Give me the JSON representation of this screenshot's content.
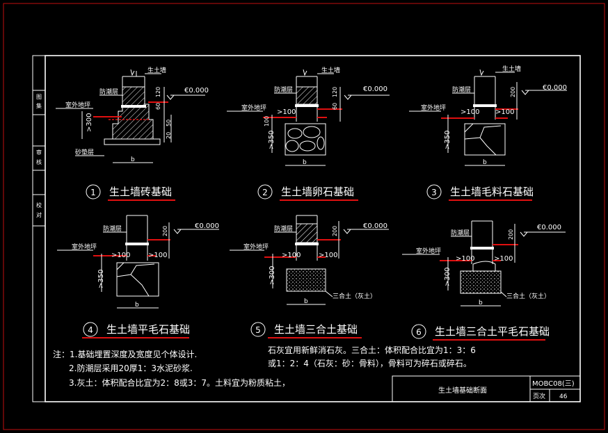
{
  "level_label": "€0.000",
  "labels": {
    "wall": "生土墙",
    "dpc": "防潮层",
    "outdoor": "室外地坪",
    "sand": "砂垫层",
    "b": "b",
    "lime_soil": "三合土（灰土）"
  },
  "dims": {
    "d120": "120",
    "d60": "60",
    "d50": "50",
    "d200": "200",
    "d100": "100",
    "gt100": ">100",
    "gt350": ">350",
    "gt300": ">300",
    "d20": "20"
  },
  "details": [
    {
      "num": "1",
      "title": "生土墙砖基础"
    },
    {
      "num": "2",
      "title": "生土墙卵石基础"
    },
    {
      "num": "3",
      "title": "生土墙毛料石基础"
    },
    {
      "num": "4",
      "title": "生土墙平毛石基础"
    },
    {
      "num": "5",
      "title": "生土墙三合土基础"
    },
    {
      "num": "6",
      "title": "生土墙三合土平毛石基础"
    }
  ],
  "notes": {
    "n1": "注：1.基础埋置深度及宽度见个体设计.",
    "n2": "2.防潮层采用20厚1：3水泥砂浆.",
    "n3": "3.灰土：体积配合比宜为2：8或3：7。土料宜为粉质粘土，",
    "n4": "石灰宜用新鲜消石灰。三合土：体积配合比宜为1：3：6",
    "n5": "或1：2：4（石灰：砂：骨料），骨料可为碎石或碎石。"
  },
  "titleblock": {
    "name": "生土墙基础断面",
    "code": "MOBC08(三)",
    "page_label": "页次",
    "page": "46"
  },
  "left_strip": {
    "a": "图",
    "b": "集",
    "c": "审",
    "d": "核",
    "e": "校",
    "f": "对"
  }
}
